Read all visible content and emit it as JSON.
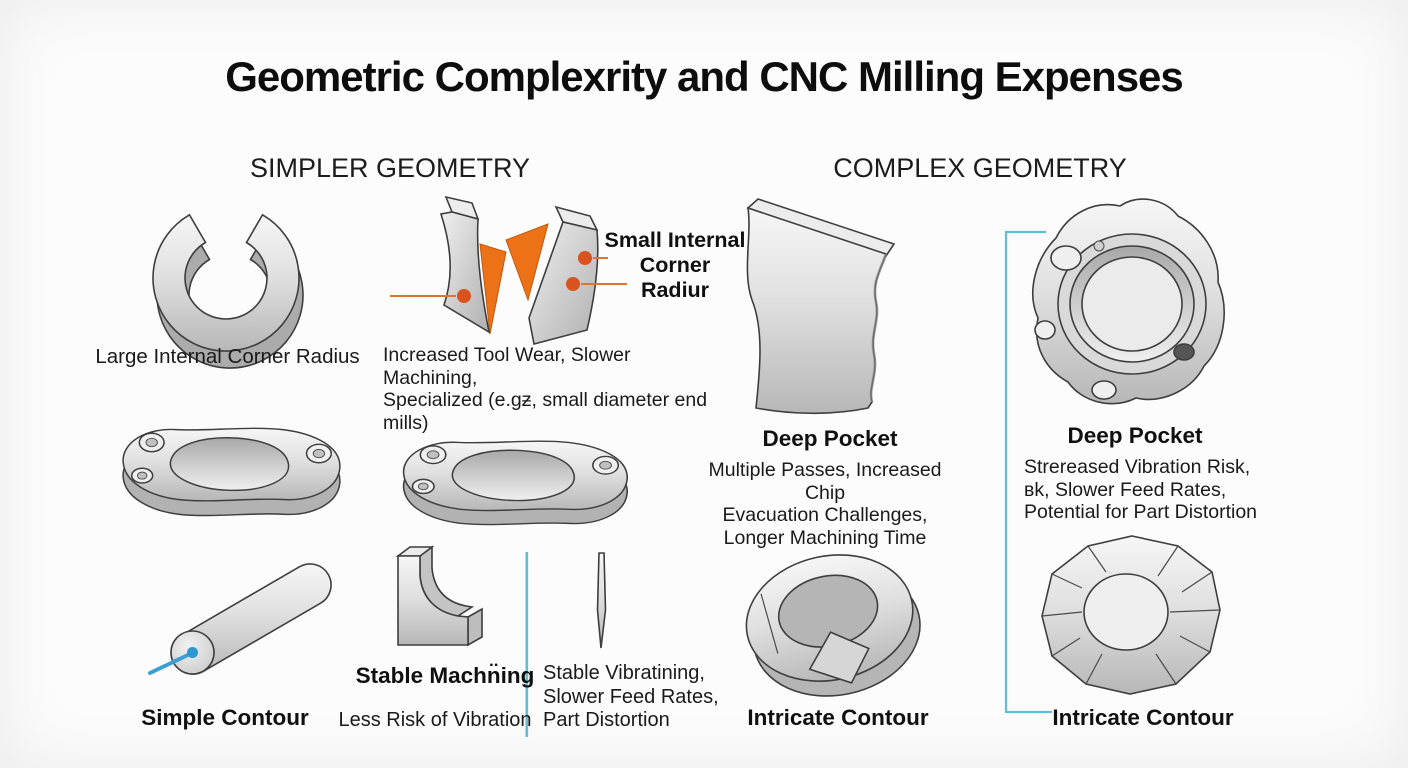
{
  "title": "Geometric Complexrity and CNC Milling Expenses",
  "headers": {
    "simpler": "SIMPLER GEOMETRY",
    "complex": "COMPLEX GEOMETRY"
  },
  "simpler_column": {
    "large_radius": {
      "label": "Large Internal Corner Radius"
    },
    "small_radius": {
      "callout_line1": "Small Internal",
      "callout_line2": "Corner Radiur",
      "note_line1": "Increased Tool Wear, Slower Machining,",
      "note_line2": "Specialized (e.gƶ, small diameter end mills)"
    },
    "simple_contour": {
      "label": "Simple Contour"
    },
    "stable_machining": {
      "label": "Stable Machn̈ing",
      "note": "Less Risk of Vibration"
    },
    "thin_wall": {
      "note_line1": "Stable Vibratining,",
      "note_line2": "Slower Feed Rates,",
      "note_line3": "Part Distortion"
    }
  },
  "complex_column": {
    "deep_pocket_mid": {
      "label": "Deep Pocket",
      "note_line1": "Multiple Passes, Increased Chip",
      "note_line2": "Evacuation Challenges,",
      "note_line3": "Longer Machining Time"
    },
    "deep_pocket_right": {
      "label": "Deep Pocket",
      "note_line1": "Strereased Vibration Risk,",
      "note_line2": "ʙk, Slower Feed Rates,",
      "note_line3": "Potential for Part Distortion"
    },
    "intricate_mid": {
      "label": "Intricate Contour"
    },
    "intricate_right": {
      "label": "Intricate Contour"
    }
  },
  "illustrations": [
    "c-ring-large-radius-part",
    "flange-plate-part-left",
    "flange-plate-part-mid",
    "cylinder-simple-contour-part",
    "sharp-wedge-parts-with-highlights",
    "l-bracket-stable-part",
    "thin-needle-wall-part",
    "curved-deep-pocket-wall-part",
    "circular-housing-deep-pocket-part",
    "notched-ring-intricate-part",
    "faceted-gear-ring-intricate-part"
  ],
  "colors": {
    "background": "#fcfcfc",
    "ink": "#161616",
    "accent_orange": "#E8701C",
    "accent_red_dot": "#C8441C",
    "accent_cyan": "#5BC0DC",
    "accent_blue": "#2F97CF",
    "metal_light": "#f6f6f6",
    "metal_dark": "#b7b7b7"
  },
  "icons": {
    "callout_dot": "leader-dot",
    "bracket": "right-open-bracket-line",
    "divider": "vertical-divider-line"
  }
}
